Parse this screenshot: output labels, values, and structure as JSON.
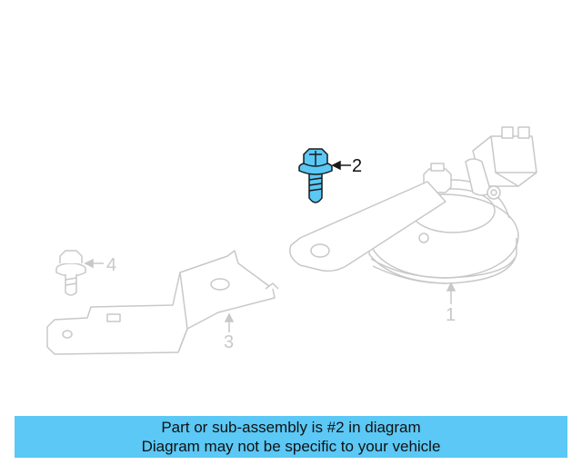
{
  "diagram": {
    "highlight_color": "#5bc8f5",
    "faded_color": "#c8c8c8",
    "callouts": {
      "horn": "1",
      "bolt": "2",
      "bracket": "3",
      "bracket_bolt": "4"
    },
    "highlighted_part": "2"
  },
  "banner": {
    "background": "#5bc8f5",
    "line1": "Part or sub-assembly is #2 in diagram",
    "line2": "Diagram may not be specific to your vehicle"
  }
}
